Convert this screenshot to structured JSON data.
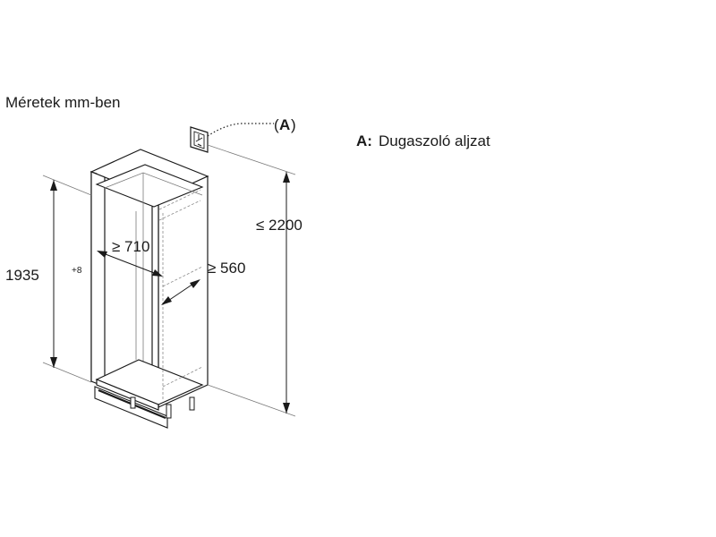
{
  "title": "Méretek mm-ben",
  "callout": {
    "label": "A",
    "open": "(",
    "close": ")"
  },
  "legend": {
    "key": "A:",
    "text": "Dugaszoló aljzat"
  },
  "dimensions": {
    "height": {
      "value": "1935",
      "tolerance": "+8"
    },
    "max_height": "≤ 2200",
    "width": "≥ 710",
    "depth": "≥ 560"
  }
}
